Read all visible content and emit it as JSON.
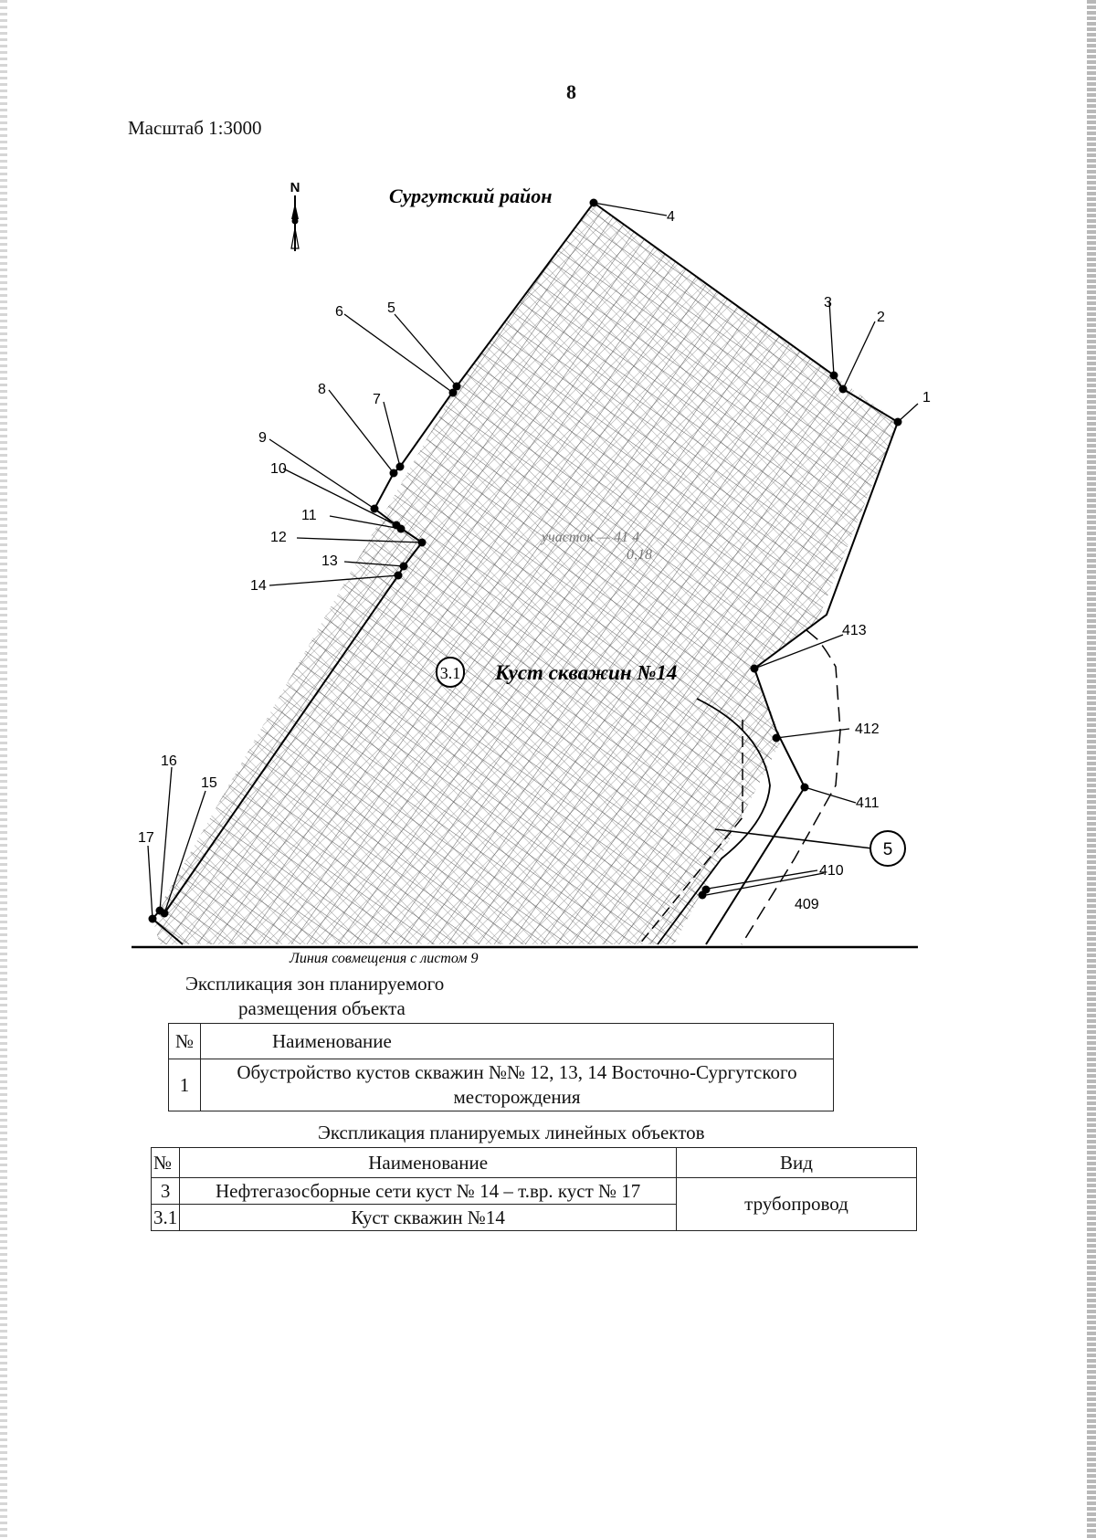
{
  "page": {
    "number": "8",
    "scale": "Масштаб 1:3000"
  },
  "map": {
    "north_label": "N",
    "district_label": "Сургутский район",
    "cluster_label": "Куст скважин №14",
    "cluster_marker": "3.1",
    "feature_marker": "5",
    "parcel_label_faded_1": "участок — 41 4",
    "parcel_label_faded_2": "0,18",
    "match_line_label": "Линия совмещения с листом 9",
    "point_labels": [
      "1",
      "2",
      "3",
      "4",
      "5",
      "6",
      "7",
      "8",
      "9",
      "10",
      "11",
      "12",
      "13",
      "14",
      "15",
      "16",
      "17",
      "409",
      "410",
      "411",
      "412",
      "413"
    ]
  },
  "zones_explication": {
    "title_line1": "Экспликация зон планируемого",
    "title_line2": "размещения объекта",
    "header": {
      "no": "№",
      "name": "Наименование"
    },
    "rows": [
      {
        "no": "1",
        "name": "Обустройство кустов скважин №№ 12, 13, 14  Восточно-Сургутского месторождения"
      }
    ]
  },
  "linear_explication": {
    "title": "Экспликация планируемых линейных объектов",
    "header": {
      "no": "№",
      "name": "Наименование",
      "kind": "Вид"
    },
    "rows": [
      {
        "no": "3",
        "name": "Нефтегазосборные сети куст № 14 – т.вр. куст № 17"
      },
      {
        "no": "3.1",
        "name": "Куст скважин №14"
      }
    ],
    "kind_value": "трубопровод"
  }
}
